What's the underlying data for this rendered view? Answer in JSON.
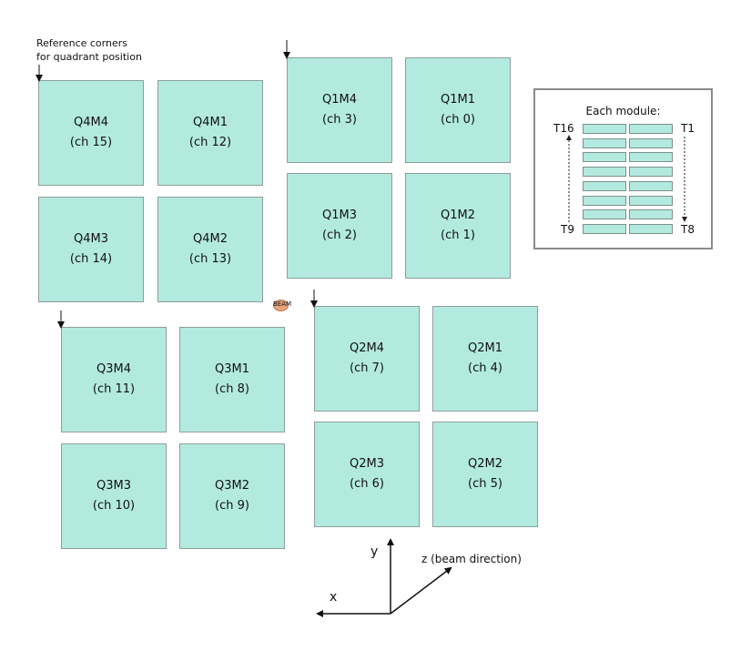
{
  "reference_label_line1": "Reference corners",
  "reference_label_line2": "for quadrant position",
  "modules": [
    {
      "id": "q4m4",
      "name": "Q4M4",
      "ch": "(ch 15)"
    },
    {
      "id": "q4m1",
      "name": "Q4M1",
      "ch": "(ch 12)"
    },
    {
      "id": "q4m3",
      "name": "Q4M3",
      "ch": "(ch 14)"
    },
    {
      "id": "q4m2",
      "name": "Q4M2",
      "ch": "(ch 13)"
    },
    {
      "id": "q1m4",
      "name": "Q1M4",
      "ch": "(ch 3)"
    },
    {
      "id": "q1m1",
      "name": "Q1M1",
      "ch": "(ch 0)"
    },
    {
      "id": "q1m3",
      "name": "Q1M3",
      "ch": "(ch 2)"
    },
    {
      "id": "q1m2",
      "name": "Q1M2",
      "ch": "(ch 1)"
    },
    {
      "id": "q3m4",
      "name": "Q3M4",
      "ch": "(ch 11)"
    },
    {
      "id": "q3m1",
      "name": "Q3M1",
      "ch": "(ch 8)"
    },
    {
      "id": "q3m3",
      "name": "Q3M3",
      "ch": "(ch 10)"
    },
    {
      "id": "q3m2",
      "name": "Q3M2",
      "ch": "(ch 9)"
    },
    {
      "id": "q2m4",
      "name": "Q2M4",
      "ch": "(ch 7)"
    },
    {
      "id": "q2m1",
      "name": "Q2M1",
      "ch": "(ch 4)"
    },
    {
      "id": "q2m3",
      "name": "Q2M3",
      "ch": "(ch 6)"
    },
    {
      "id": "q2m2",
      "name": "Q2M2",
      "ch": "(ch 5)"
    }
  ],
  "legend": {
    "title": "Each module:",
    "t16": "T16",
    "t1": "T1",
    "t9": "T9",
    "t8": "T8",
    "tile_rows": 8
  },
  "beam_label": "BEAM",
  "axes": {
    "y": "y",
    "x": "x",
    "z": "z (beam direction)"
  },
  "colors": {
    "module_fill": "#b3eadf",
    "beam_fill": "#e8a57b"
  }
}
